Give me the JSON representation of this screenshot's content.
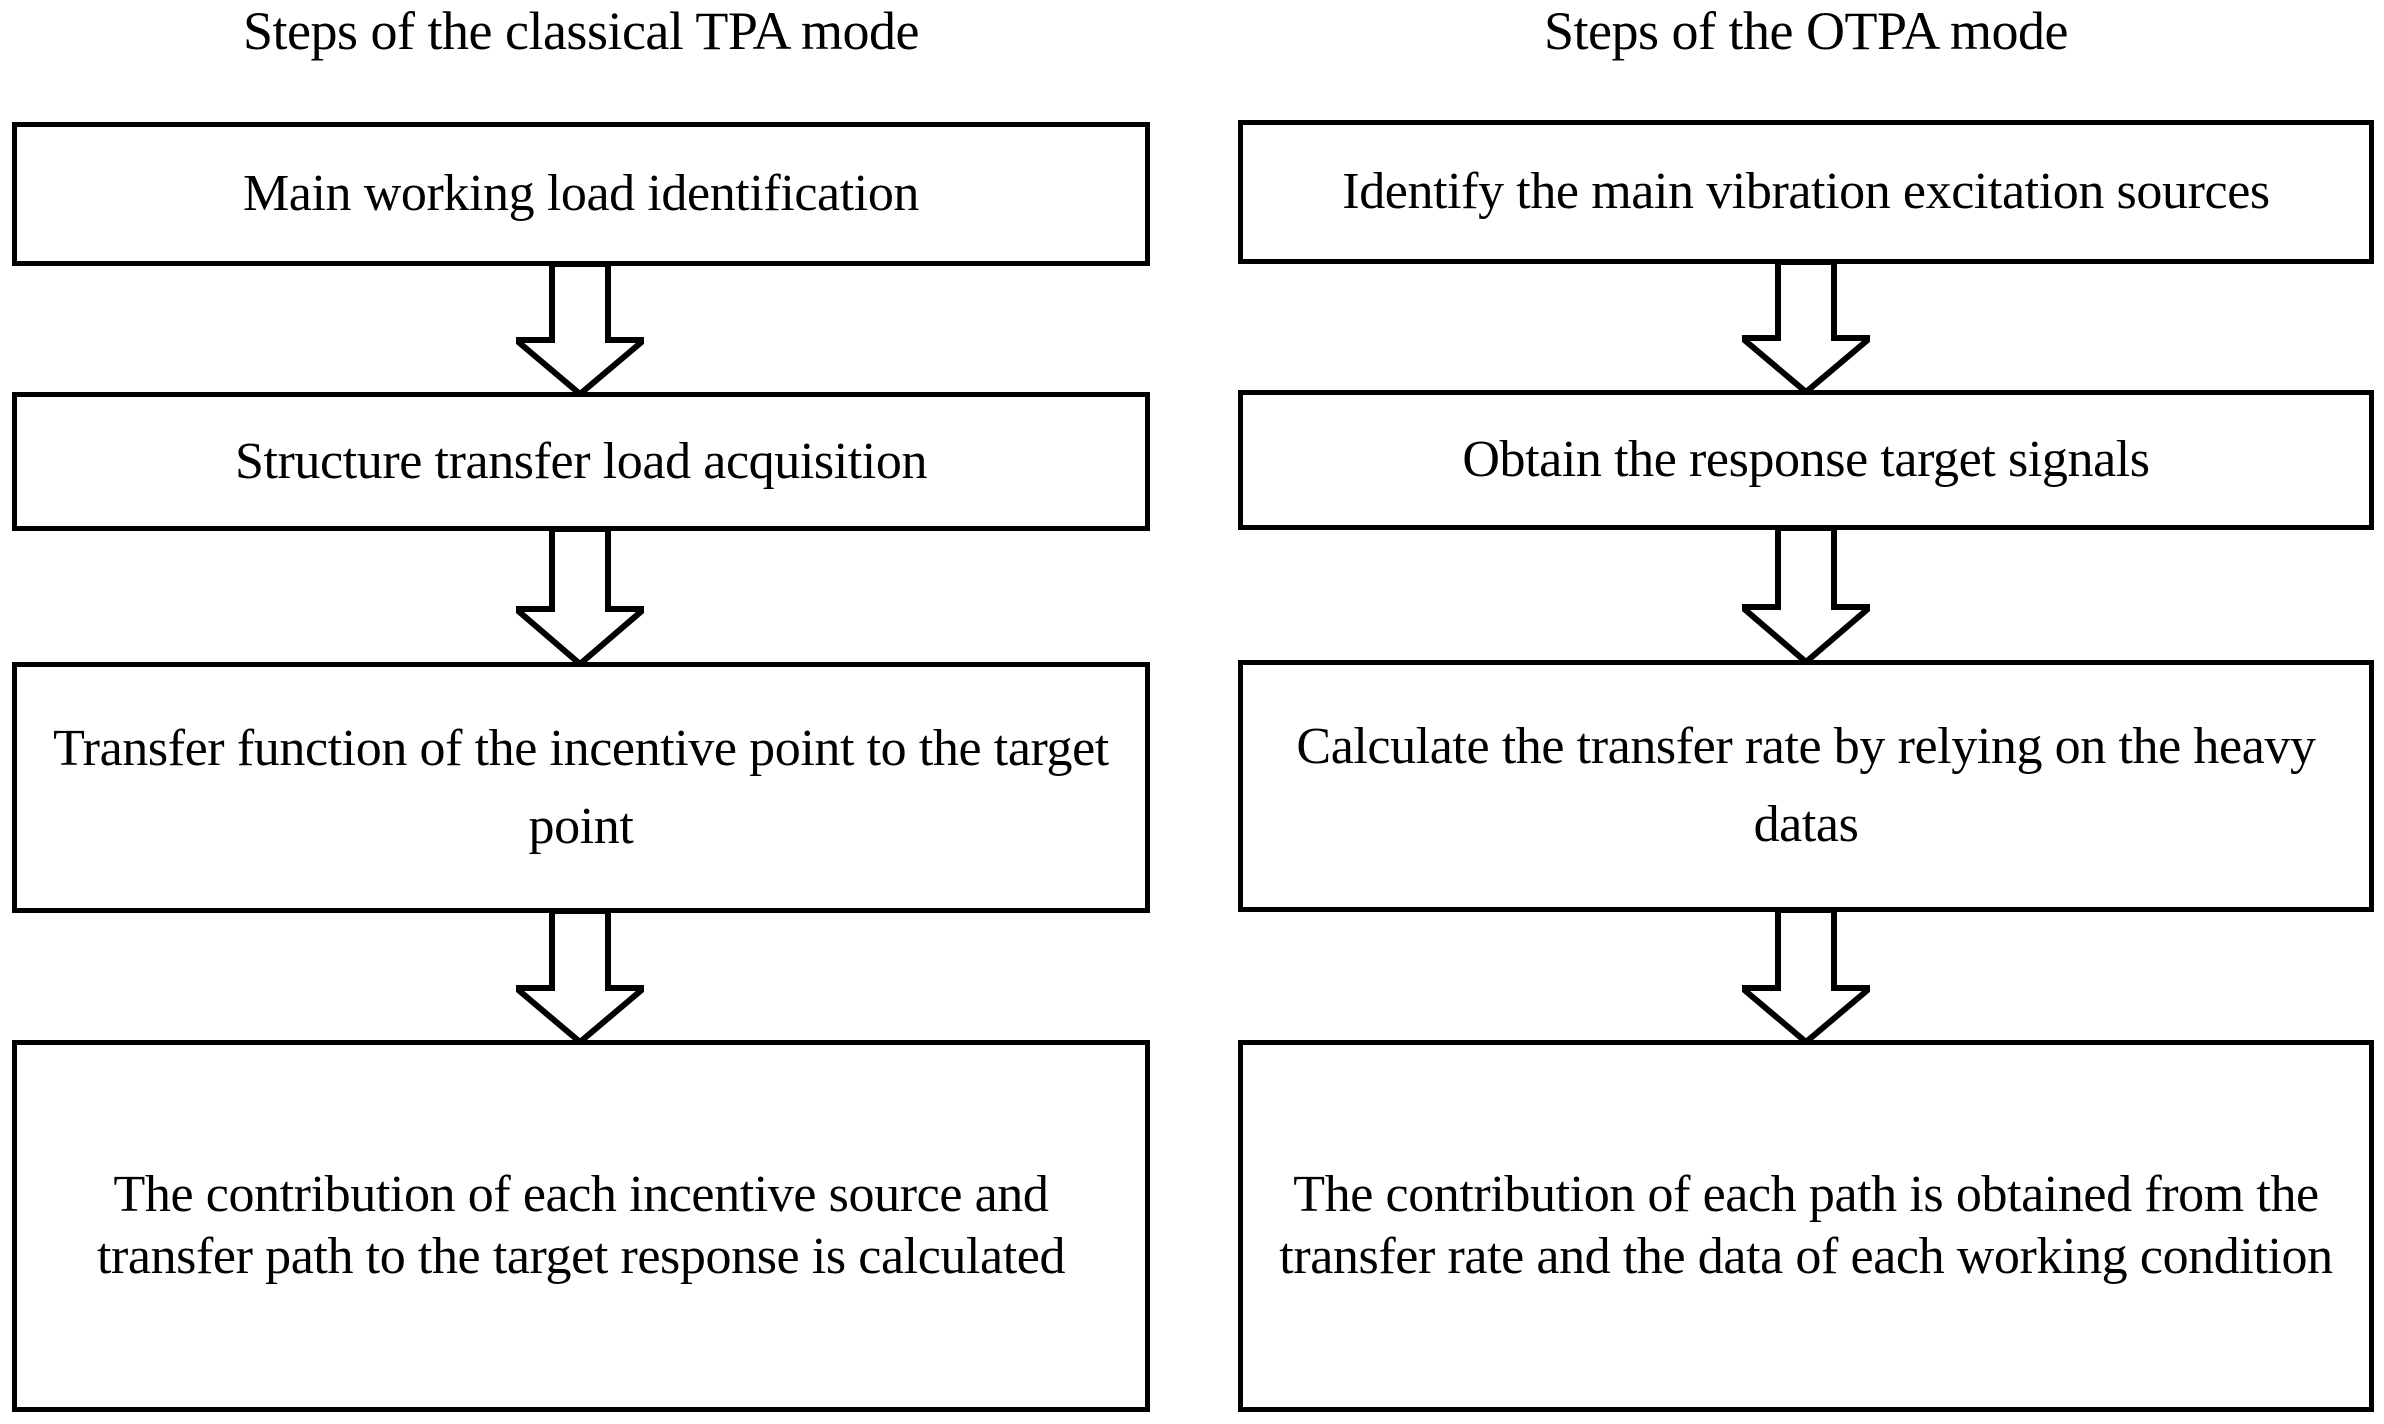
{
  "diagram": {
    "type": "flowchart",
    "orientation": "two-column-vertical",
    "background_color": "#ffffff",
    "line_color": "#000000",
    "columns": [
      {
        "id": "classical-tpa",
        "header": "Steps of the classical TPA mode",
        "steps": [
          {
            "index": 1,
            "text": "Main working load identification"
          },
          {
            "index": 2,
            "text": "Structure transfer load acquisition"
          },
          {
            "index": 3,
            "text": "Transfer function of the incentive point to the target point"
          },
          {
            "index": 4,
            "text": "The contribution of each incentive source and transfer path to the target response is calculated"
          }
        ],
        "connectors": [
          {
            "from": 1,
            "to": 2,
            "shape": "block-arrow-down"
          },
          {
            "from": 2,
            "to": 3,
            "shape": "block-arrow-down"
          },
          {
            "from": 3,
            "to": 4,
            "shape": "block-arrow-down"
          }
        ]
      },
      {
        "id": "otpa",
        "header": "Steps of the OTPA mode",
        "steps": [
          {
            "index": 1,
            "text": "Identify the main vibration excitation sources"
          },
          {
            "index": 2,
            "text": "Obtain the response target signals"
          },
          {
            "index": 3,
            "text": "Calculate the transfer rate by relying on the heavy datas"
          },
          {
            "index": 4,
            "text": "The contribution of each path is obtained from the transfer rate and the data of each working condition"
          }
        ],
        "connectors": [
          {
            "from": 1,
            "to": 2,
            "shape": "block-arrow-down"
          },
          {
            "from": 2,
            "to": 3,
            "shape": "block-arrow-down"
          },
          {
            "from": 3,
            "to": 4,
            "shape": "block-arrow-down"
          }
        ]
      }
    ]
  }
}
